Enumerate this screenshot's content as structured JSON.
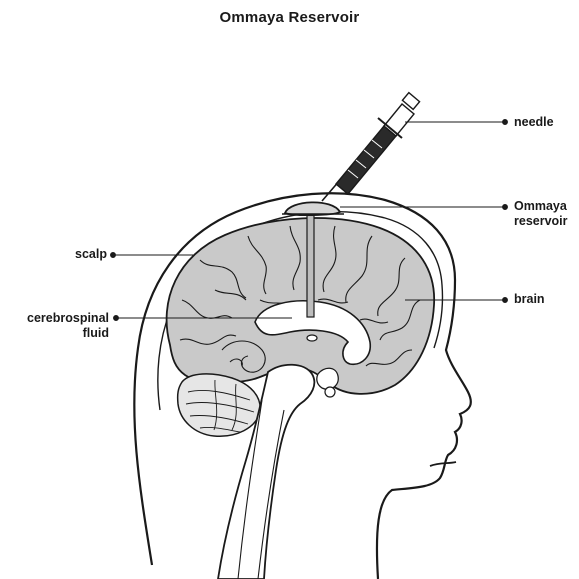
{
  "title": "Ommaya Reservoir",
  "labels": {
    "needle": "needle",
    "reservoir_line1": "Ommaya",
    "reservoir_line2": "reservoir",
    "scalp": "scalp",
    "brain": "brain",
    "csf_line1": "cerebrospinal",
    "csf_line2": "fluid"
  }
}
